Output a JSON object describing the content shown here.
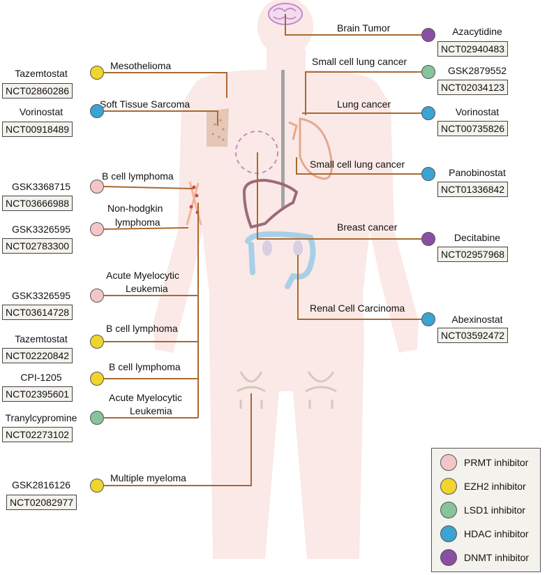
{
  "colors": {
    "prmt": "#f4c6c8",
    "ezh2": "#efd52c",
    "lsd1": "#86c49c",
    "hdac": "#3aa4d3",
    "dnmt": "#8a4fa2",
    "line": "#a8692f",
    "body": "#fae9e7"
  },
  "entries": [
    {
      "drug": "Azacytidine",
      "nct": "NCT02940483",
      "disease": "Brain Tumor",
      "class": "dnmt",
      "side": "right",
      "organ": "brain"
    },
    {
      "drug": "GSK2879552",
      "nct": "NCT02034123",
      "disease": "Small cell lung cancer",
      "class": "lsd1",
      "side": "right",
      "organ": "lung"
    },
    {
      "drug": "Vorinostat",
      "nct": "NCT00735826",
      "disease": "Lung cancer",
      "class": "hdac",
      "side": "right",
      "organ": "lung"
    },
    {
      "drug": "Panobinostat",
      "nct": "NCT01336842",
      "disease": "Small cell lung cancer",
      "class": "hdac",
      "side": "right",
      "organ": "lung"
    },
    {
      "drug": "Decitabine",
      "nct": "NCT02957968",
      "disease": "Breast cancer",
      "class": "dnmt",
      "side": "right",
      "organ": "breast"
    },
    {
      "drug": "Abexinostat",
      "nct": "NCT03592472",
      "disease": "Renal Cell Carcinoma",
      "class": "hdac",
      "side": "right",
      "organ": "kidney"
    },
    {
      "drug": "Tazemtostat",
      "nct": "NCT02860286",
      "disease": "Mesothelioma",
      "class": "ezh2",
      "side": "left",
      "organ": "pleura"
    },
    {
      "drug": "Vorinostat",
      "nct": "NCT00918489",
      "disease": "Soft Tissue Sarcoma",
      "class": "hdac",
      "side": "left",
      "organ": "soft-tissue"
    },
    {
      "drug": "GSK3368715",
      "nct": "NCT03666988",
      "disease": "B cell lymphoma",
      "class": "prmt",
      "side": "left",
      "organ": "blood"
    },
    {
      "drug": "GSK3326595",
      "nct": "NCT02783300",
      "disease": "Non-hodgkin lymphoma",
      "class": "prmt",
      "side": "left",
      "organ": "blood"
    },
    {
      "drug": "GSK3326595",
      "nct": "NCT03614728",
      "disease": "Acute Myelocytic Leukemia",
      "class": "prmt",
      "side": "left",
      "organ": "blood"
    },
    {
      "drug": "Tazemtostat",
      "nct": "NCT02220842",
      "disease": "B cell lymphoma",
      "class": "ezh2",
      "side": "left",
      "organ": "blood"
    },
    {
      "drug": "CPI-1205",
      "nct": "NCT02395601",
      "disease": "B cell lymphoma",
      "class": "ezh2",
      "side": "left",
      "organ": "blood"
    },
    {
      "drug": "Tranylcypromine",
      "nct": "NCT02273102",
      "disease": "Acute Myelocytic Leukemia",
      "class": "lsd1",
      "side": "left",
      "organ": "blood"
    },
    {
      "drug": "GSK2816126",
      "nct": "NCT02082977",
      "disease": "Multiple myeloma",
      "class": "ezh2",
      "side": "left",
      "organ": "bone"
    }
  ],
  "disease_text": {
    "e9_line1": "Non-hodgkin",
    "e9_line2": "lymphoma",
    "e10_line1": "Acute Myelocytic",
    "e10_line2": "Leukemia",
    "e13_line1": "Acute Myelocytic",
    "e13_line2": "Leukemia"
  },
  "legend": [
    {
      "label": "PRMT inhibitor",
      "class": "prmt"
    },
    {
      "label": "EZH2 inhibitor",
      "class": "ezh2"
    },
    {
      "label": "LSD1 inhibitor",
      "class": "lsd1"
    },
    {
      "label": "HDAC inhibitor",
      "class": "hdac"
    },
    {
      "label": "DNMT inhibitor",
      "class": "dnmt"
    }
  ]
}
